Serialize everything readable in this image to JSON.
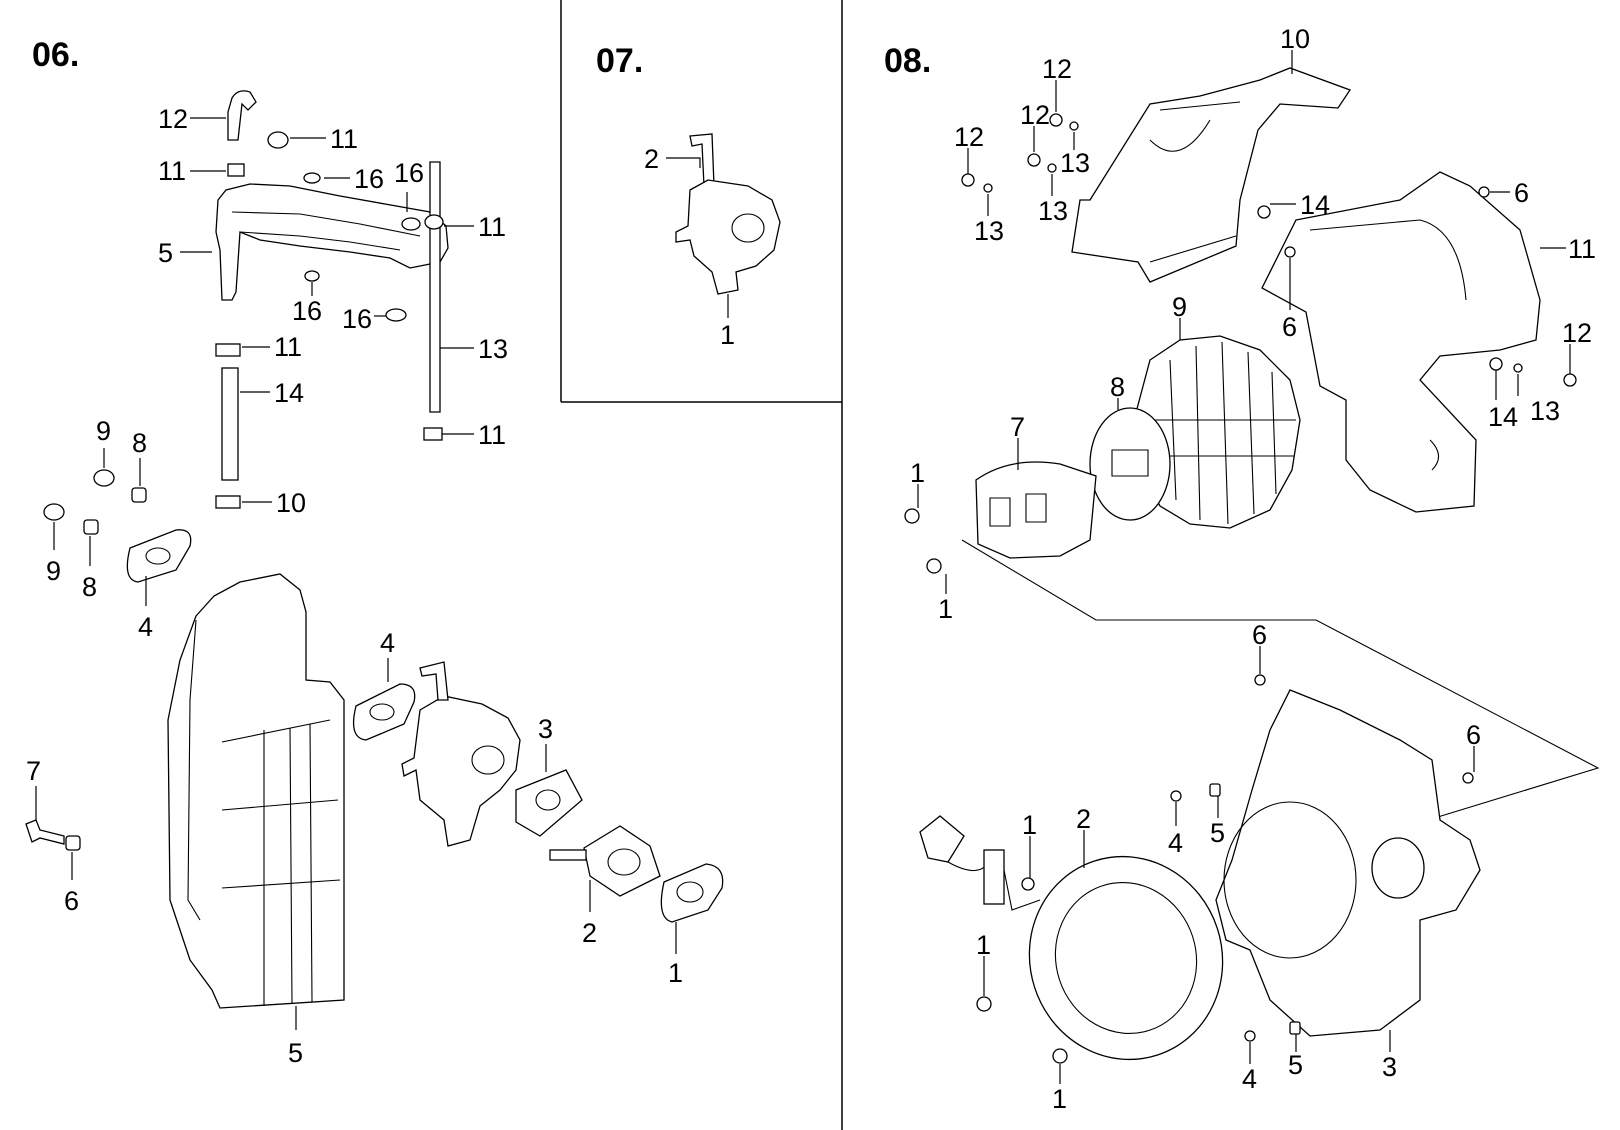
{
  "sections": [
    {
      "id": "06",
      "title": "06.",
      "callouts": [
        "12",
        "11",
        "11",
        "16",
        "16",
        "11",
        "5",
        "16",
        "16",
        "11",
        "13",
        "14",
        "9",
        "8",
        "9",
        "8",
        "10",
        "11",
        "4",
        "4",
        "3",
        "7",
        "6",
        "2",
        "1",
        "5"
      ]
    },
    {
      "id": "07",
      "title": "07.",
      "callouts": [
        "2",
        "1"
      ]
    },
    {
      "id": "08",
      "title": "08.",
      "callouts": [
        "10",
        "12",
        "12",
        "13",
        "12",
        "13",
        "13",
        "14",
        "6",
        "11",
        "6",
        "9",
        "8",
        "7",
        "12",
        "14",
        "13",
        "1",
        "1",
        "6",
        "6",
        "4",
        "5",
        "1",
        "2",
        "1",
        "1",
        "4",
        "5",
        "3"
      ]
    }
  ],
  "colors": {
    "line": "#000000",
    "background": "#ffffff"
  }
}
